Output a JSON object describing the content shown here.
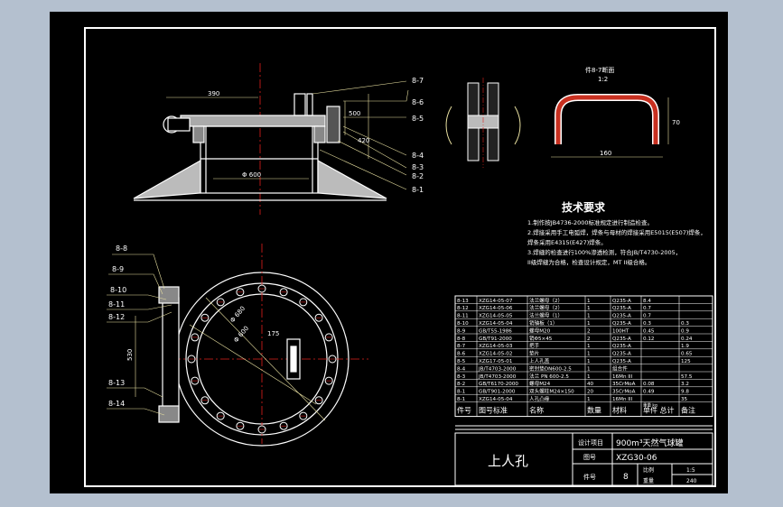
{
  "drawing": {
    "background": "#b4c0cf",
    "paper": "#000000",
    "line": "#ffffff",
    "center_line": "#e0201c",
    "dim_line": "#e8e0a0"
  },
  "section_view": {
    "dim_top": "390",
    "dim_height": "500",
    "dim_right": "420",
    "diameter": "Φ 600",
    "leaders": [
      "8-7",
      "8-6",
      "8-5",
      "8-4",
      "8-3",
      "8-2",
      "8-1"
    ]
  },
  "detail_view": {
    "title": "件8-7断面",
    "scale": "1:2",
    "dim_width": "160",
    "dim_height": "70"
  },
  "plan_view": {
    "dim_center": "175",
    "dim_d1": "Φ 680",
    "dim_d2": "Φ 600",
    "dim_side": "530",
    "leaders": [
      "8-8",
      "8-9",
      "8-10",
      "8-11",
      "8-12",
      "8-13",
      "8-14"
    ]
  },
  "tech_req": {
    "title": "技术要求",
    "lines": [
      "1.制作按JB4736-2000标准规定进行制造检查。",
      "2.焊接采用手工电弧焊，焊条与母材的焊接采用E5015(E507)焊条，",
      "   焊条采用E4315(E427)焊条。",
      "3.焊缝的检查进行100%渗透检测，符合JB/T4730-2005，",
      "   II级焊缝为合格，检查设计规定，MT II级合格。"
    ]
  },
  "bom": {
    "rows": [
      [
        "8-13",
        "XZG14-05-07",
        "法兰螺母（2）",
        "1",
        "Q235-A",
        "8.4",
        ""
      ],
      [
        "8-12",
        "XZG14-05-06",
        "法兰螺母（2）",
        "1",
        "Q235-A",
        "0.7",
        ""
      ],
      [
        "8-11",
        "XZG14-05-05",
        "法兰螺母（1）",
        "1",
        "Q235-A",
        "0.7",
        ""
      ],
      [
        "8-10",
        "XZG14-05-04",
        "销轴板（1）",
        "1",
        "Q235-A",
        "0.3",
        "0.3"
      ],
      [
        "8-9",
        "GB/T55-1986",
        "螺母M20",
        "2",
        "100HT",
        "0.45",
        "0.9"
      ],
      [
        "8-8",
        "GB/T91-2000",
        "销Φ5×45",
        "2",
        "Q235-A",
        "0.12",
        "0.24"
      ],
      [
        "8-7",
        "XZG14-05-03",
        "把手",
        "1",
        "Q235-A",
        "",
        "1.9"
      ],
      [
        "8-6",
        "XZG14-05-02",
        "垫片",
        "1",
        "Q235-A",
        "",
        "0.65"
      ],
      [
        "8-5",
        "XZG17-05-01",
        "上人孔盖",
        "1",
        "Q235-A",
        "",
        "125"
      ],
      [
        "8-4",
        "JB/T4703-2000",
        "密封垫DN600-2.5",
        "1",
        "组合件",
        "",
        ""
      ],
      [
        "8-3",
        "JB/T4703-2000",
        "法兰 PN 600-2.5",
        "1",
        "16Mn III",
        "",
        "57.5"
      ],
      [
        "8-2",
        "GB/T6170-2000",
        "螺母M24",
        "40",
        "35CrMoA",
        "0.08",
        "3.2"
      ],
      [
        "8-1",
        "GB/T901-2000",
        "双头螺柱M24×150",
        "20",
        "35CrMoA",
        "0.49",
        "9.8"
      ],
      [
        "8-1",
        "XZG14-05-04",
        "人孔凸缘",
        "1",
        "16Mn III",
        "",
        "35"
      ]
    ],
    "header": [
      "件号",
      "图号标准",
      "名称",
      "数量",
      "材料",
      "单件 总计",
      "备注"
    ],
    "header_sub": "重量 kg"
  },
  "title_block": {
    "part_name": "上人孔",
    "project_label": "设计项目",
    "project": "900m³天然气球罐",
    "drawing_no_label": "图号",
    "drawing_no": "XZG30-06",
    "item_label": "件号",
    "item": "8",
    "scale_label": "比例",
    "scale": "1:5",
    "weight_label": "重量",
    "weight": "240"
  }
}
